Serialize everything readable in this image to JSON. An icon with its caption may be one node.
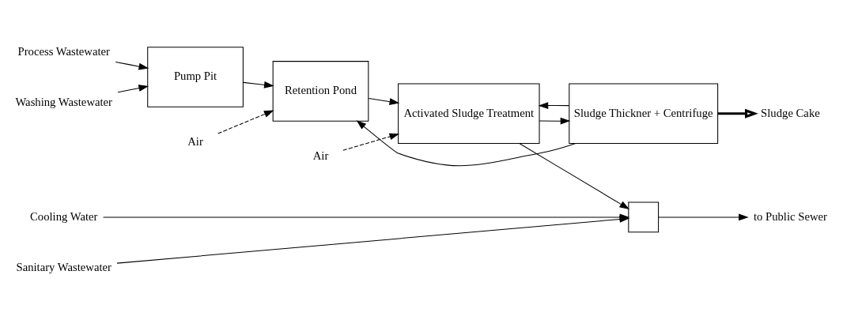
{
  "diagram": {
    "nodes": [
      {
        "text": [
          "Process Wastewater"
        ]
      },
      {
        "text": [
          "Washing Wastewater"
        ]
      },
      {
        "text": [
          "Pump Pit"
        ]
      },
      {
        "text": [
          "Air"
        ]
      },
      {
        "text": [
          "Retention Pond"
        ]
      },
      {
        "text": [
          "Air"
        ]
      },
      {
        "text": [
          "Activated Sludge Treatment"
        ]
      },
      {
        "text": [],
        "shape": "box"
      },
      {
        "text": [
          "to Public Sewer"
        ]
      },
      {
        "text": [
          "Cooling Water"
        ]
      },
      {
        "text": [
          "Sanitary Wastewater"
        ]
      },
      {
        "text": [
          "Sludge Thickner + Centrifuge"
        ]
      },
      {
        "text": [
          "Sludge Cake"
        ]
      }
    ],
    "edges": [
      {
        "from": 0,
        "to": 2,
        "arrow": "to"
      },
      {
        "from": 1,
        "to": 2,
        "arrow": "to"
      },
      {
        "from": 2,
        "to": 4,
        "arrow": "to"
      },
      {
        "from": 3,
        "to": 4,
        "arrow": "to",
        "style": "dashed"
      },
      {
        "from": 4,
        "to": 6,
        "arrow": "to"
      },
      {
        "from": 5,
        "to": 6,
        "arrow": "to",
        "style": "dashed"
      },
      {
        "from": 6,
        "to": 7,
        "arrow": "to"
      },
      {
        "from": 7,
        "to": 8,
        "arrow": "to"
      },
      {
        "from": 9,
        "to": 7,
        "arrow": "to"
      },
      {
        "from": 10,
        "to": 7,
        "arrow": "to"
      },
      {
        "from": 11,
        "to": 4,
        "arrow": "to"
      },
      {
        "from": 6,
        "to": 11,
        "arrow": "to"
      },
      {
        "from": 11,
        "to": 6,
        "arrow": "to"
      },
      {
        "from": 11,
        "to": 12,
        "arrow": "to",
        "style": "thick"
      }
    ]
  }
}
